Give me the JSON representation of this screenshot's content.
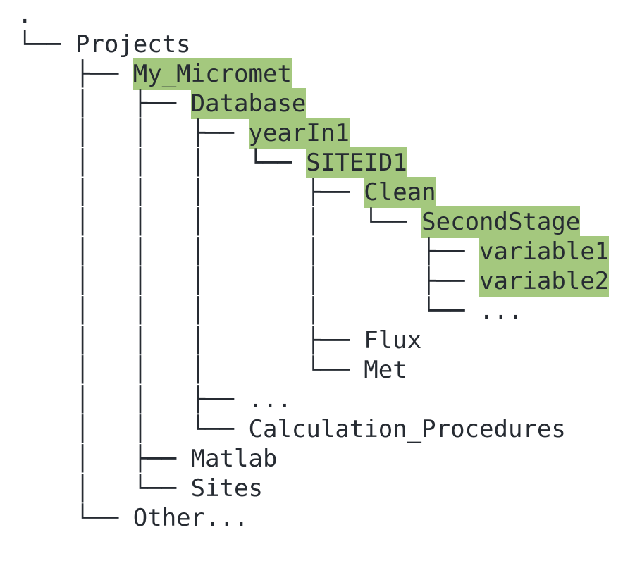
{
  "figure": {
    "kind": "directory-tree",
    "background_color": "#ffffff",
    "text_color": "#262b32",
    "highlight_color": "#a4c87e"
  },
  "tree": {
    "rows": [
      {
        "prefix": "",
        "name": ".",
        "highlighted": false
      },
      {
        "prefix": "└── ",
        "name": "Projects",
        "highlighted": false
      },
      {
        "prefix": "    ├── ",
        "name": "My_Micromet",
        "highlighted": true
      },
      {
        "prefix": "    │   ├── ",
        "name": "Database",
        "highlighted": true
      },
      {
        "prefix": "    │   │   ├── ",
        "name": "yearIn1",
        "highlighted": true
      },
      {
        "prefix": "    │   │   │   └── ",
        "name": "SITEID1",
        "highlighted": true
      },
      {
        "prefix": "    │   │   │       ├── ",
        "name": "Clean",
        "highlighted": true
      },
      {
        "prefix": "    │   │   │       │   └── ",
        "name": "SecondStage",
        "highlighted": true
      },
      {
        "prefix": "    │   │   │       │       ├── ",
        "name": "variable1",
        "highlighted": true
      },
      {
        "prefix": "    │   │   │       │       ├── ",
        "name": "variable2",
        "highlighted": true
      },
      {
        "prefix": "    │   │   │       │       └── ",
        "name": "...",
        "highlighted": false
      },
      {
        "prefix": "    │   │   │       ├── ",
        "name": "Flux",
        "highlighted": false
      },
      {
        "prefix": "    │   │   │       └── ",
        "name": "Met",
        "highlighted": false
      },
      {
        "prefix": "    │   │   ├── ",
        "name": "...",
        "highlighted": false
      },
      {
        "prefix": "    │   │   └── ",
        "name": "Calculation_Procedures",
        "highlighted": false
      },
      {
        "prefix": "    │   ├── ",
        "name": "Matlab",
        "highlighted": false
      },
      {
        "prefix": "    │   └── ",
        "name": "Sites",
        "highlighted": false
      },
      {
        "prefix": "    └── ",
        "name": "Other...",
        "highlighted": false
      }
    ]
  }
}
